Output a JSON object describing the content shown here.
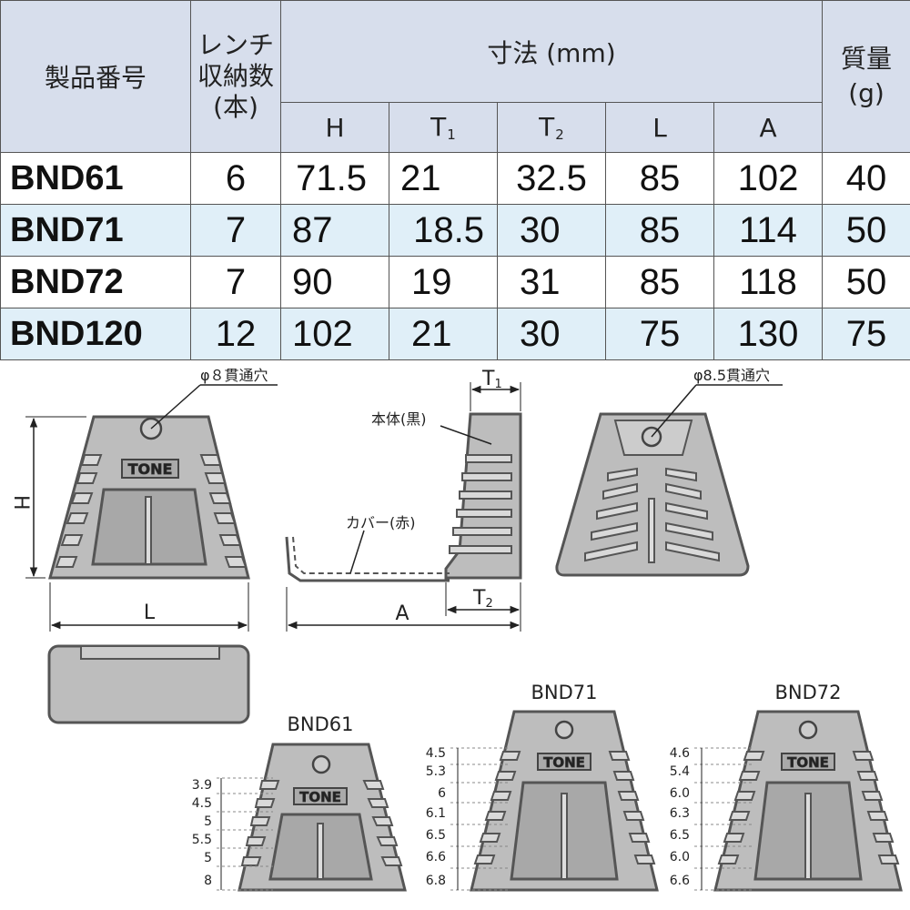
{
  "table": {
    "headers": {
      "model": "製品番号",
      "count_line1": "レンチ",
      "count_line2": "収納数",
      "count_line3": "(本)",
      "dims": "寸法 (mm)",
      "mass_line1": "質量",
      "mass_line2": "(g)",
      "H": "H",
      "T1_main": "T",
      "T1_sub": "1",
      "T2_main": "T",
      "T2_sub": "2",
      "L": "L",
      "A": "A"
    },
    "rows": [
      {
        "model": "BND61",
        "count": "6",
        "H": "71.5",
        "T1": "21",
        "T2": "32.5",
        "L": "85",
        "A": "102",
        "mass": "40"
      },
      {
        "model": "BND71",
        "count": "7",
        "H": "87",
        "T1": "18.5",
        "T2": "30",
        "L": "85",
        "A": "114",
        "mass": "50"
      },
      {
        "model": "BND72",
        "count": "7",
        "H": "90",
        "T1": "19",
        "T2": "31",
        "L": "85",
        "A": "118",
        "mass": "50"
      },
      {
        "model": "BND120",
        "count": "12",
        "H": "102",
        "T1": "21",
        "T2": "30",
        "L": "75",
        "A": "130",
        "mass": "75"
      }
    ]
  },
  "drawing": {
    "hole_front": "φ８貫通穴",
    "hole_back": "φ8.5貫通穴",
    "body_label": "本体(黒)",
    "cover_label": "カバー(赤)",
    "dim_H": "H",
    "dim_L": "L",
    "dim_A": "A",
    "dim_T_main": "T",
    "dim_T1_sub": "1",
    "dim_T2_sub": "2",
    "logo": "TONE",
    "bnd61": {
      "title": "BND61",
      "gaps": [
        "3.9",
        "4.5",
        "5",
        "5.5",
        "5",
        "8"
      ]
    },
    "bnd71": {
      "title": "BND71",
      "gaps": [
        "4.5",
        "5.3",
        "6",
        "6.1",
        "6.5",
        "6.6",
        "6.8"
      ]
    },
    "bnd72": {
      "title": "BND72",
      "gaps": [
        "4.6",
        "5.4",
        "6.0",
        "6.3",
        "6.5",
        "6.0",
        "6.6"
      ]
    }
  },
  "colors": {
    "header_bg": "#d7deec",
    "row_alt_bg": "#e0eff8",
    "body_fill": "#b9b9b9"
  }
}
